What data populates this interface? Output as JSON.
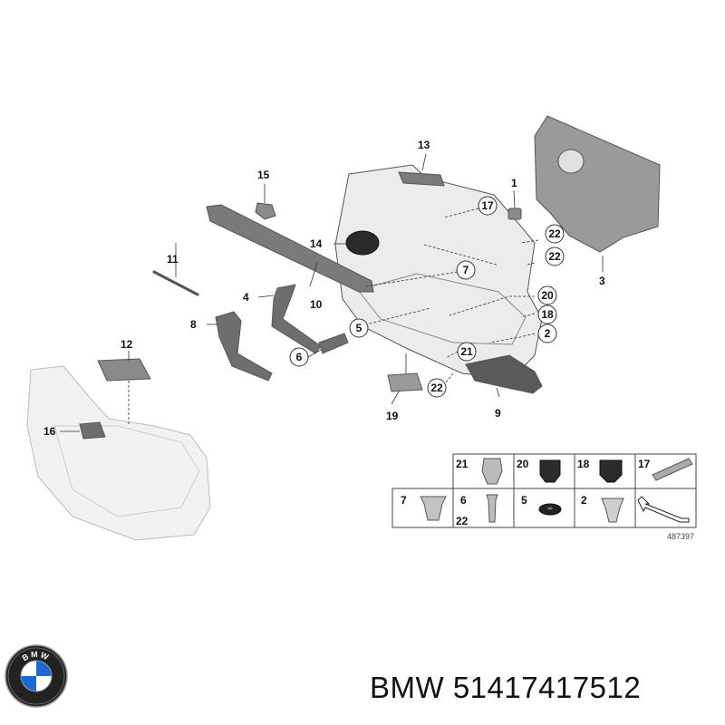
{
  "callouts": {
    "c1": "1",
    "c2": "2",
    "c3": "3",
    "c4": "4",
    "c5": "5",
    "c6": "6",
    "c7": "7",
    "c8": "8",
    "c9": "9",
    "c10": "10",
    "c11": "11",
    "c12": "12",
    "c13": "13",
    "c14": "14",
    "c15": "15",
    "c16": "16",
    "c17": "17",
    "c18": "18",
    "c19": "19",
    "c20": "20",
    "c21": "21",
    "c22a": "22",
    "c22b": "22",
    "c22c": "22"
  },
  "legend": {
    "l21": "21",
    "l20": "20",
    "l18": "18",
    "l17": "17",
    "l7": "7",
    "l6": "6",
    "l22": "22",
    "l5": "5",
    "l2": "2"
  },
  "diagram_ref": "487397",
  "brand": {
    "logo_text": "BMW",
    "caption": "BMW 51417417512"
  },
  "colors": {
    "part_dark": "#707070",
    "part_mid": "#9a9a9a",
    "part_light": "#e6e6e6",
    "bmw_blue": "#1c69d4"
  }
}
